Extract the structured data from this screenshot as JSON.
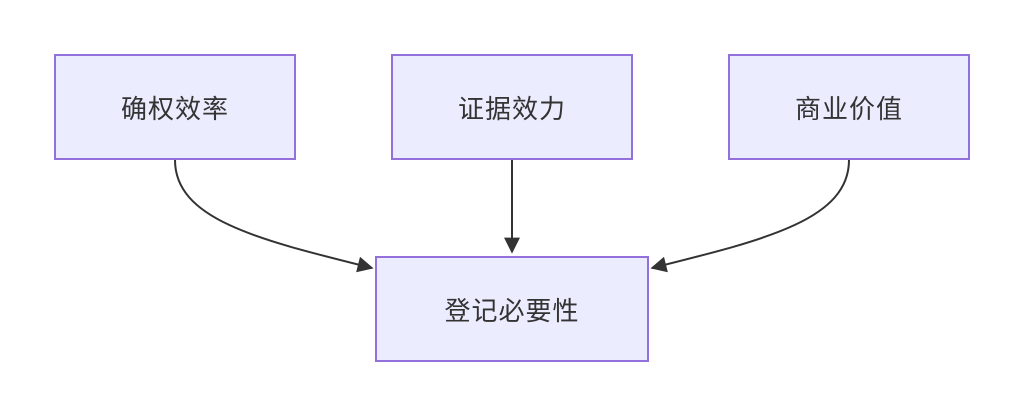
{
  "diagram": {
    "nodes": [
      {
        "id": "n1",
        "label": "确权效率"
      },
      {
        "id": "n2",
        "label": "证据效力"
      },
      {
        "id": "n3",
        "label": "商业价值"
      },
      {
        "id": "n4",
        "label": "登记必要性"
      }
    ],
    "edges": [
      {
        "from": "n1",
        "to": "n4"
      },
      {
        "from": "n2",
        "to": "n4"
      },
      {
        "from": "n3",
        "to": "n4"
      }
    ],
    "colors": {
      "node_fill": "#ececff",
      "node_border": "#9370db",
      "edge": "#333333",
      "text": "#333333"
    }
  }
}
